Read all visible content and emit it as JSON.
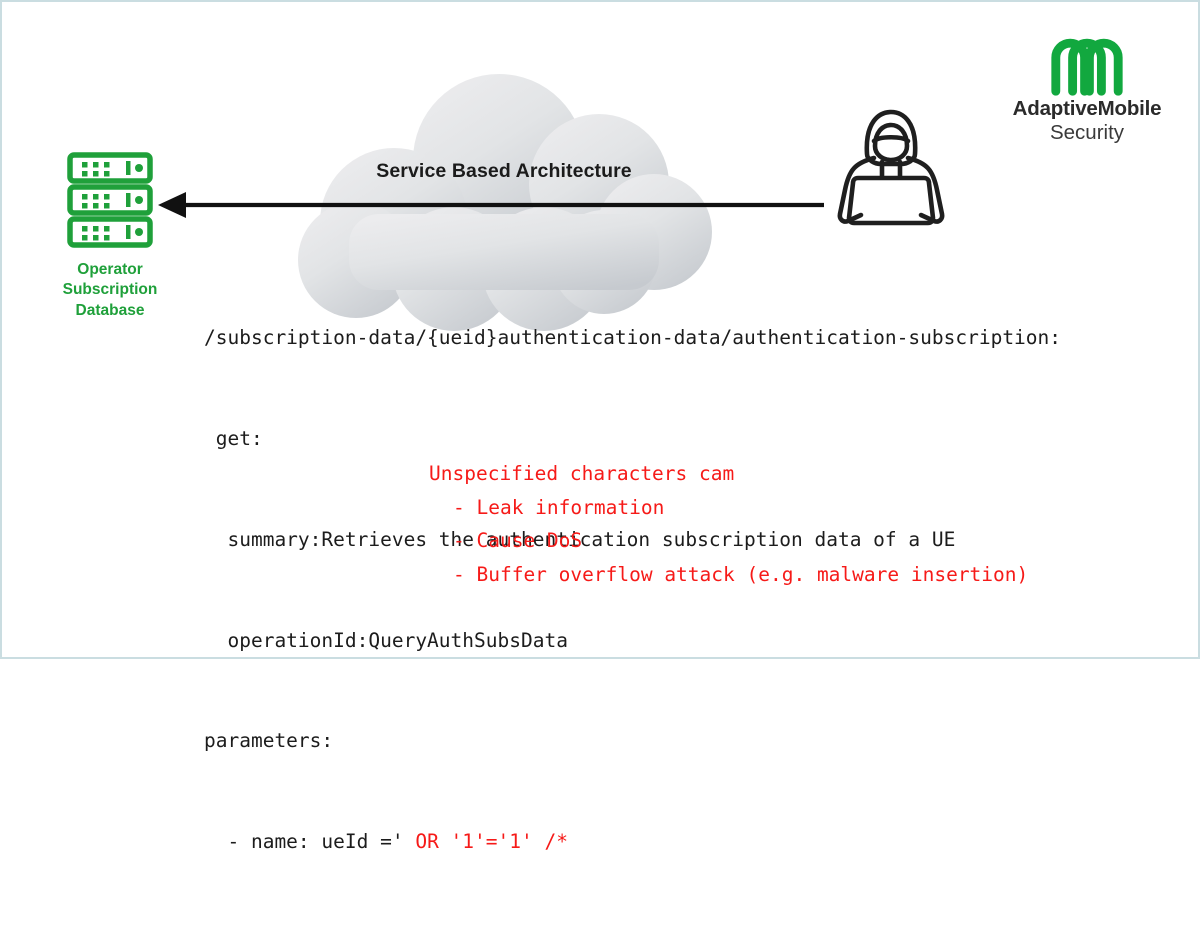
{
  "page": {
    "border_color": "#cadde1",
    "background": "#ffffff"
  },
  "brand": {
    "logo_icon": "adaptivemobile-arches-logo",
    "name": "AdaptiveMobile",
    "subtitle": "Security",
    "accent_color": "#1fa03a"
  },
  "database": {
    "icon": "server-stack-icon",
    "label_line1": "Operator",
    "label_line2": "Subscription",
    "label_line3": "Database",
    "color": "#1fa03a"
  },
  "cloud": {
    "icon": "cloud-shape",
    "title": "Service Based Architecture",
    "fill_start": "#e9ebec",
    "fill_end": "#c9ccd0"
  },
  "attacker": {
    "icon": "hacker-with-laptop-icon",
    "color": "#1f1f1f"
  },
  "arrow": {
    "icon": "arrow-left-icon",
    "direction": "left",
    "color": "#111111"
  },
  "code": {
    "text_color": "#1c1c1c",
    "highlight_color": "#f61a18",
    "lines": [
      "/subscription-data/{ueid}authentication-data/authentication-subscription:",
      " get:",
      "  summary:Retrieves the authentication subscription data of a UE",
      "  operationId:QueryAuthSubsData",
      "parameters:",
      "  - name: ueId ='"
    ],
    "injection": " OR '1'='1' /*",
    "annotations": [
      "Unspecified characters cam",
      "- Leak information",
      "- Cause DoS",
      "- Buffer overflow attack (e.g. malware insertion)"
    ]
  }
}
